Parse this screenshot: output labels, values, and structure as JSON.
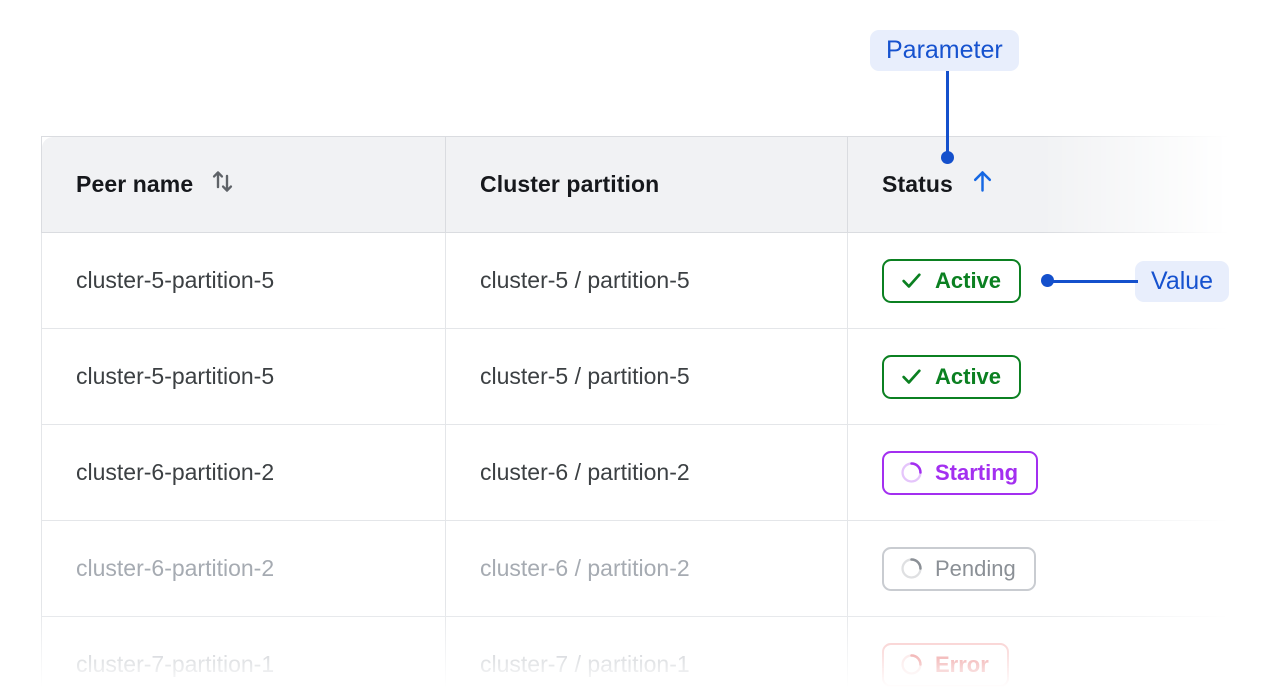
{
  "table": {
    "columns": [
      {
        "label": "Peer name",
        "sort_icon": "sort-both-arrows-icon",
        "sort_state": "none"
      },
      {
        "label": "Cluster partition",
        "sort_icon": null,
        "sort_state": "none"
      },
      {
        "label": "Status",
        "sort_icon": "arrow-up-icon",
        "sort_state": "ascending"
      }
    ],
    "rows": [
      {
        "peer_name": "cluster-5-partition-5",
        "cluster_partition": "cluster-5 / partition-5",
        "status": {
          "label": "Active",
          "variant": "active",
          "icon": "check-icon"
        },
        "faded": false
      },
      {
        "peer_name": "cluster-5-partition-5",
        "cluster_partition": "cluster-5 / partition-5",
        "status": {
          "label": "Active",
          "variant": "active",
          "icon": "check-icon"
        },
        "faded": false
      },
      {
        "peer_name": "cluster-6-partition-2",
        "cluster_partition": "cluster-6 / partition-2",
        "status": {
          "label": "Starting",
          "variant": "starting",
          "icon": "spinner-icon"
        },
        "faded": false
      },
      {
        "peer_name": "cluster-6-partition-2",
        "cluster_partition": "cluster-6 / partition-2",
        "status": {
          "label": "Pending",
          "variant": "pending",
          "icon": "spinner-icon"
        },
        "faded": true
      },
      {
        "peer_name": "cluster-7-partition-1",
        "cluster_partition": "cluster-7 / partition-1",
        "status": {
          "label": "Error",
          "variant": "error",
          "icon": "spinner-icon"
        },
        "faded": true
      }
    ]
  },
  "annotations": {
    "parameter": {
      "label": "Parameter",
      "target": "status-column-header"
    },
    "value": {
      "label": "Value",
      "target": "status-chip-row-1"
    }
  },
  "colors": {
    "accent_blue": "#1450cc",
    "badge_bg": "#e8eefc",
    "header_bg": "#f1f2f4",
    "border": "#dadce0",
    "active_green": "#0b8021",
    "starting_purple": "#a32ff0",
    "pending_gray": "#8b9096",
    "text_primary": "#3c4043",
    "text_faded": "#a6abb2"
  }
}
